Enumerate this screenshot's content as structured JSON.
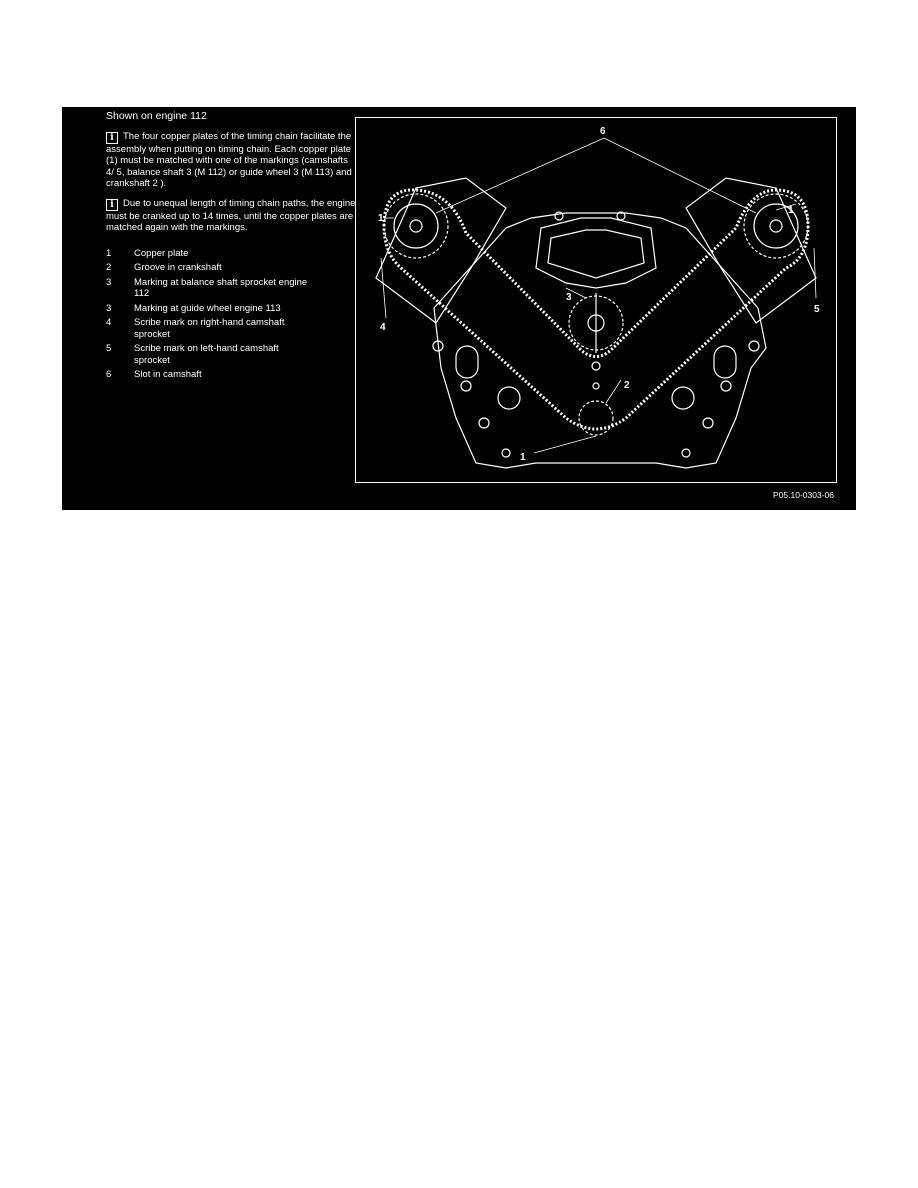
{
  "title": "Shown on engine 112",
  "notes": [
    {
      "icon": "info-icon",
      "text": "The four copper plates of the timing chain facilitate the assembly when putting on timing chain. Each copper plate (1) must be matched with one of the markings (camshafts 4/ 5, balance shaft 3 (M 112) or guide wheel 3 (M 113) and crankshaft 2 )."
    },
    {
      "icon": "info-icon",
      "text": "Due to unequal length of timing chain paths, the engine must be cranked up to 14 times, until the copper plates are matched again with the markings."
    }
  ],
  "legend": [
    {
      "num": "1",
      "text": "Copper plate"
    },
    {
      "num": "2",
      "text": "Groove in crankshaft"
    },
    {
      "num": "3",
      "text": "Marking at balance shaft sprocket engine 112"
    },
    {
      "num": "3",
      "text": "Marking at guide wheel engine 113"
    },
    {
      "num": "4",
      "text": "Scribe mark on right-hand camshaft sprocket"
    },
    {
      "num": "5",
      "text": "Scribe mark on left-hand camshaft sprocket"
    },
    {
      "num": "6",
      "text": "Slot in camshaft"
    }
  ],
  "callouts": {
    "c6": "6",
    "c1a": "1",
    "c1b": "1",
    "c3": "3",
    "c2": "2",
    "c4": "4",
    "c5": "5",
    "c1c": "1"
  },
  "caption": "P05.10-0303-06"
}
